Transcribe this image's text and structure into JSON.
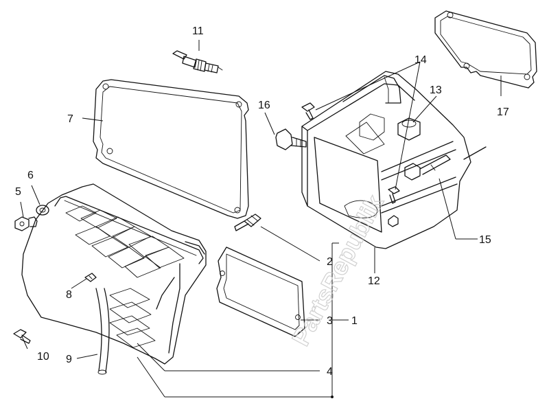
{
  "watermark": "PartsRepublik",
  "callouts": [
    {
      "id": "c1",
      "label": "1"
    },
    {
      "id": "c2",
      "label": "2"
    },
    {
      "id": "c3",
      "label": "3"
    },
    {
      "id": "c4",
      "label": "4"
    },
    {
      "id": "c5",
      "label": "5"
    },
    {
      "id": "c6",
      "label": "6"
    },
    {
      "id": "c7",
      "label": "7"
    },
    {
      "id": "c8",
      "label": "8"
    },
    {
      "id": "c9",
      "label": "9"
    },
    {
      "id": "c10",
      "label": "10"
    },
    {
      "id": "c11",
      "label": "11"
    },
    {
      "id": "c12",
      "label": "12"
    },
    {
      "id": "c13",
      "label": "13"
    },
    {
      "id": "c14",
      "label": "14"
    },
    {
      "id": "c15",
      "label": "15"
    },
    {
      "id": "c16",
      "label": "16"
    },
    {
      "id": "c17",
      "label": "17"
    }
  ]
}
